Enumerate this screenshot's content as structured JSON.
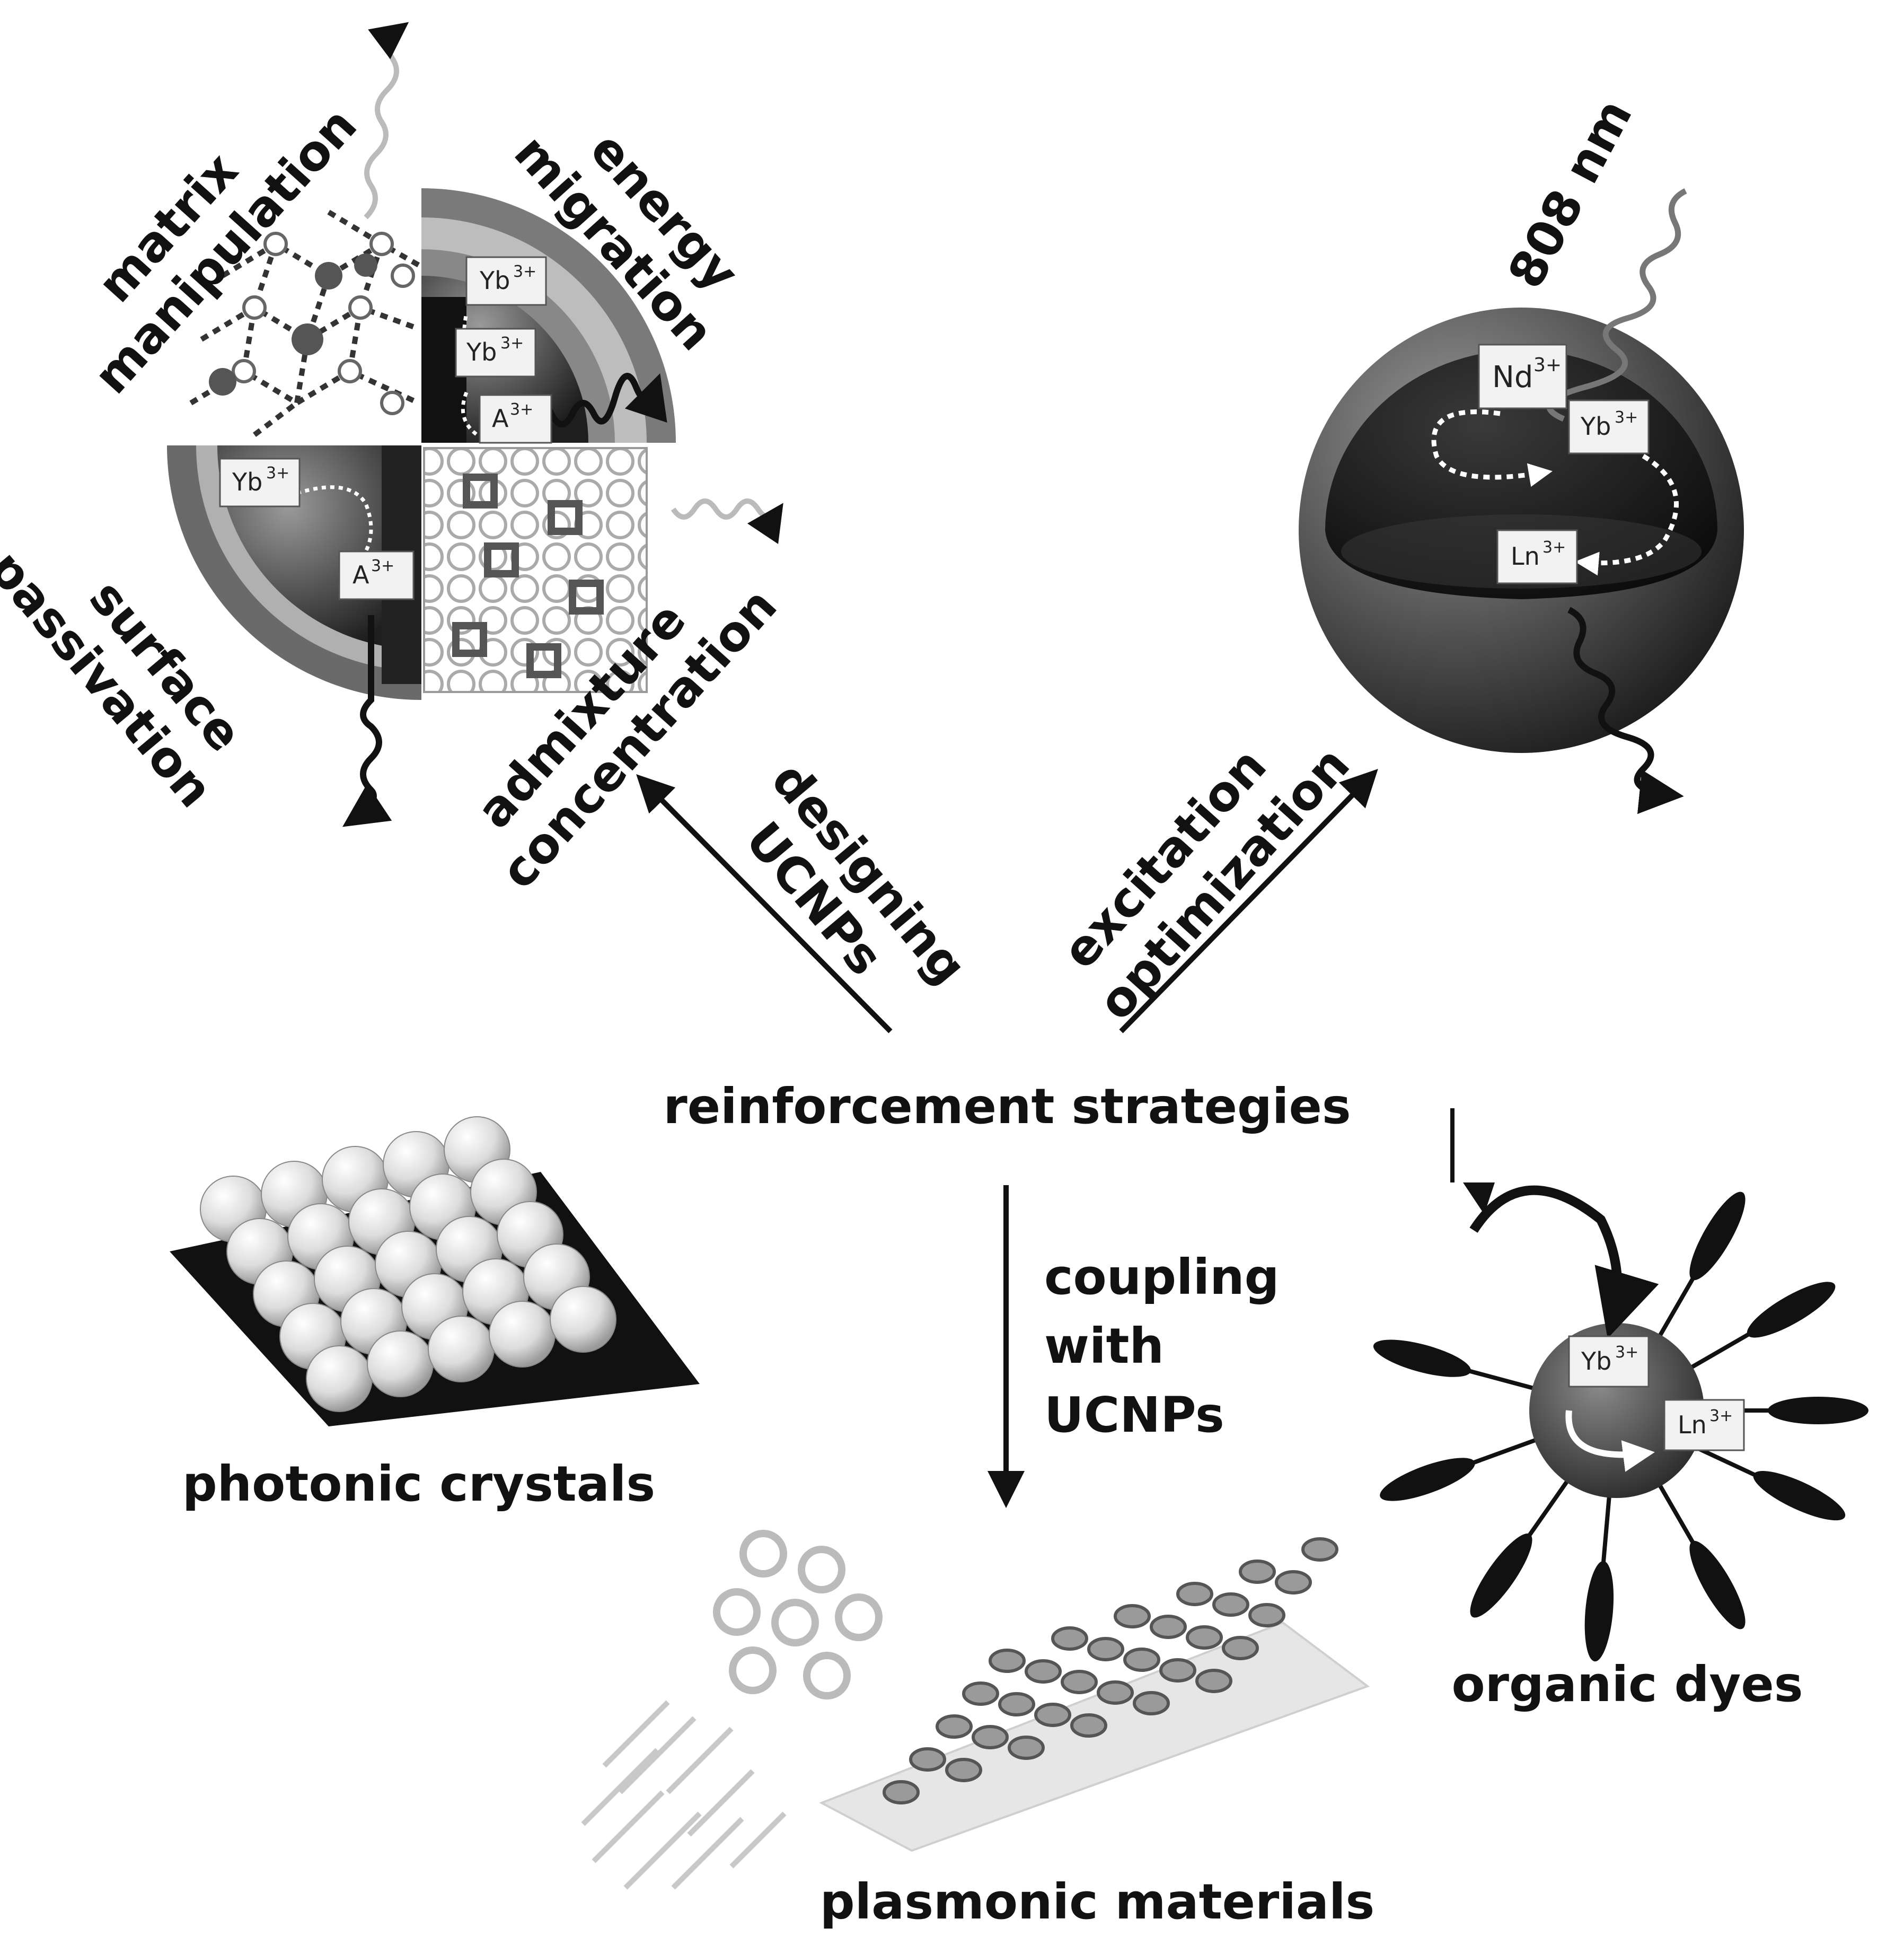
{
  "labels": {
    "center": "reinforcement strategies",
    "designing_line1": "designing",
    "designing_line2": "UCNPs",
    "excitation_line1": "excitation",
    "excitation_line2": "optimization",
    "coupling_line1": "coupling",
    "coupling_line2": "with",
    "coupling_line3": "UCNPs",
    "matrix_line1": "matrix",
    "matrix_line2": "manipulation",
    "energy_line1": "energy",
    "energy_line2": "migration",
    "surface_line1": "surface",
    "surface_line2": "passivation",
    "admixture_line1": "admixture",
    "admixture_line2": "concentration",
    "wavelength": "808 nm",
    "photonic": "photonic crystals",
    "plasmonic": "plasmonic materials",
    "dyes": "organic dyes"
  },
  "ion_boxes": {
    "yb1": {
      "base": "Yb",
      "sup": "3+"
    },
    "yb2": {
      "base": "Yb",
      "sup": "3+"
    },
    "a1": {
      "base": "A",
      "sup": "3+"
    },
    "yb3": {
      "base": "Yb",
      "sup": "3+"
    },
    "a2": {
      "base": "A",
      "sup": "3+"
    },
    "nd": {
      "base": "Nd",
      "sup": "3+"
    },
    "yb4": {
      "base": "Yb",
      "sup": "3+"
    },
    "ln1": {
      "base": "Ln",
      "sup": "3+"
    },
    "yb5": {
      "base": "Yb",
      "sup": "3+"
    },
    "ln2": {
      "base": "Ln",
      "sup": "3+"
    }
  }
}
